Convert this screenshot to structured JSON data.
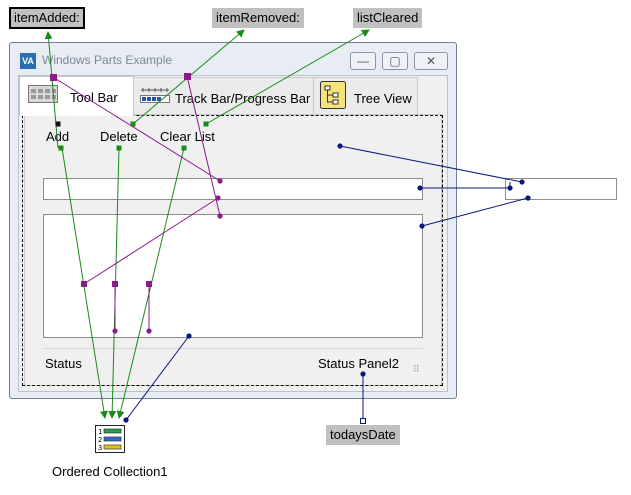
{
  "events": {
    "item_added": "itemAdded:",
    "item_removed": "itemRemoved:",
    "list_cleared": "listCleared"
  },
  "window": {
    "title": "Windows Parts Example",
    "icon_text": "VA",
    "minimize_glyph": "—",
    "maximize_glyph": "▢",
    "close_glyph": "✕"
  },
  "tabs": [
    {
      "label": "Tool Bar",
      "icon": "toolbar-icon",
      "active": true
    },
    {
      "label": "Track Bar/Progress Bar",
      "icon": "trackbar-icon",
      "active": false
    },
    {
      "label": "Tree View",
      "icon": "treeview-icon",
      "active": false
    }
  ],
  "toolbar": {
    "add_label": "Add",
    "delete_label": "Delete",
    "clear_label": "Clear List"
  },
  "status": {
    "panel1": "Status",
    "panel2": "Status Panel2",
    "grip": "⠿"
  },
  "parts": {
    "ordered_collection": "Ordered Collection1",
    "todays_date": "todaysDate"
  },
  "colors": {
    "connection_green": "#1a8a1a",
    "connection_purple": "#8b1a8b",
    "connection_navy": "#0a1a7a",
    "tag_background": "#c0c0c0"
  }
}
